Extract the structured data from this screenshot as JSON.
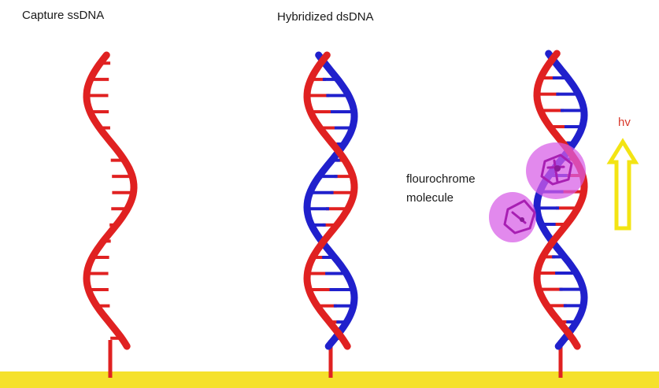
{
  "labels": {
    "capture": "Capture ssDNA",
    "hybrid": "Hybridized dsDNA",
    "fluoro_line1": "flourochrome",
    "fluoro_line2": "molecule",
    "photon": "hv"
  },
  "colors": {
    "capture_strand": "#e02121",
    "target_strand": "#2020cc",
    "fluorophore": "#d75ce6",
    "photon_arrow": "#f3e414",
    "substrate": "#f5e12c",
    "photon_label": "#d93a2c"
  }
}
